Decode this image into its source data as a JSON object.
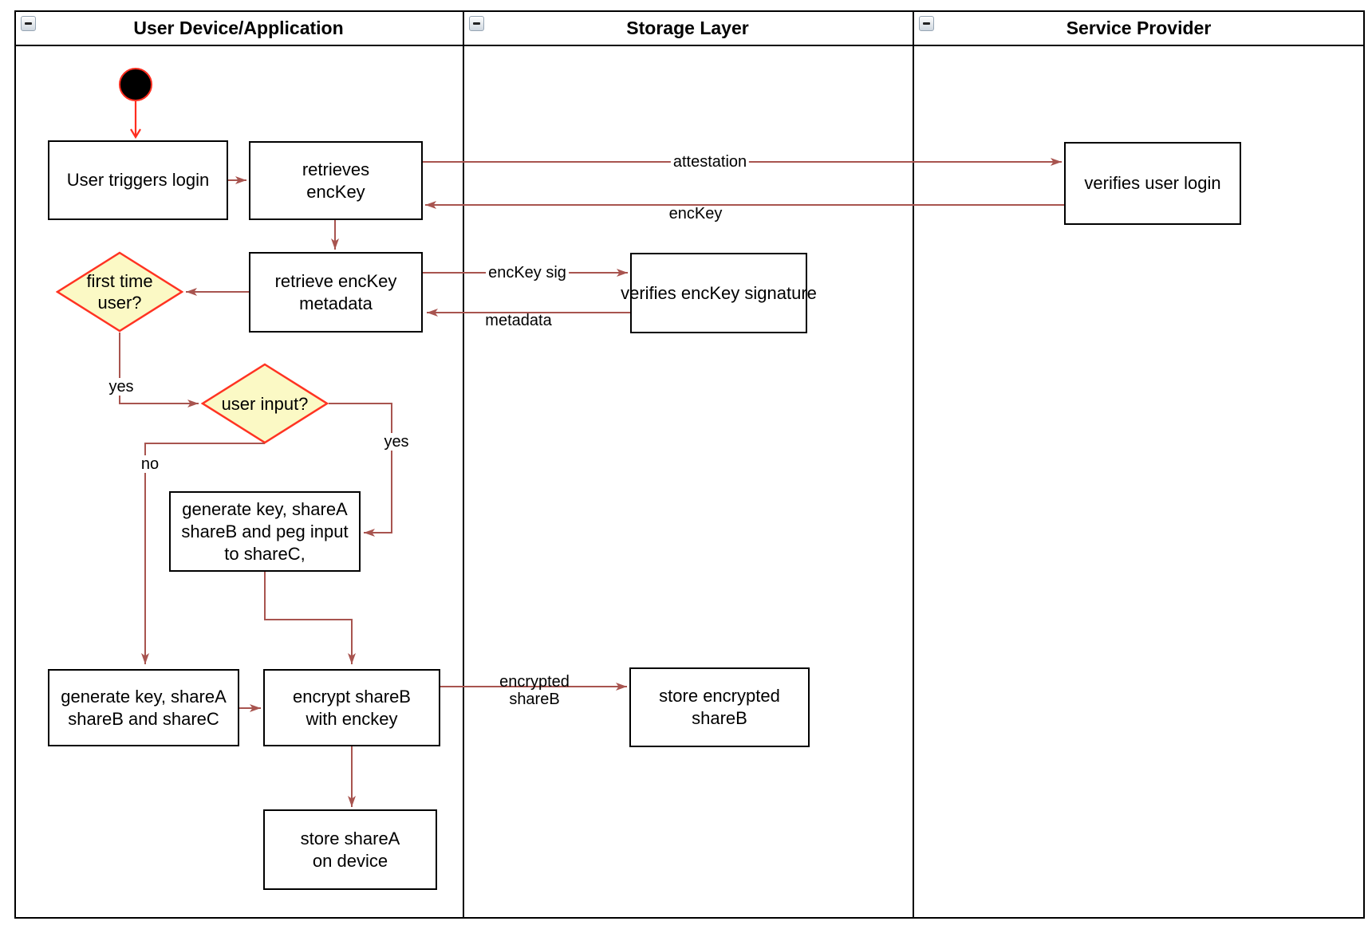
{
  "lanes": [
    {
      "title": "User Device/Application"
    },
    {
      "title": "Storage Layer"
    },
    {
      "title": "Service Provider"
    }
  ],
  "nodes": {
    "start": {
      "type": "initial-node"
    },
    "user_triggers_login": {
      "label": "User triggers login"
    },
    "retrieves_enckey": {
      "label": "retrieves\nencKey"
    },
    "retrieve_enckey_metadata": {
      "label": "retrieve encKey\nmetadata"
    },
    "first_time_user": {
      "label": "first time\nuser?",
      "type": "decision"
    },
    "user_input": {
      "label": "user input?",
      "type": "decision"
    },
    "generate_key_peg_input": {
      "label": "generate key, shareA\nshareB and peg input\nto shareC,"
    },
    "generate_key_three_shares": {
      "label": "generate key, shareA\nshareB and shareC"
    },
    "encrypt_shareb": {
      "label": "encrypt shareB\nwith enckey"
    },
    "store_sharea": {
      "label": "store shareA\non device"
    },
    "verifies_enckey_signature": {
      "label": "verifies encKey signature"
    },
    "store_encrypted_shareb": {
      "label": "store encrypted\nshareB"
    },
    "verifies_user_login": {
      "label": "verifies user login"
    }
  },
  "edge_labels": {
    "attestation": "attestation",
    "enckey": "encKey",
    "enckey_sig": "encKey sig",
    "metadata": "metadata",
    "encrypted_shareb": "encrypted\nshareB",
    "yes_first_time": "yes",
    "no_user_input": "no",
    "yes_user_input": "yes"
  },
  "colors": {
    "edge": "#a8544f",
    "start_accent": "#ff2d1f",
    "decision_fill": "#fbf9c5",
    "decision_border": "#ff3322",
    "node_border": "#000000",
    "node_fill": "#ffffff"
  }
}
